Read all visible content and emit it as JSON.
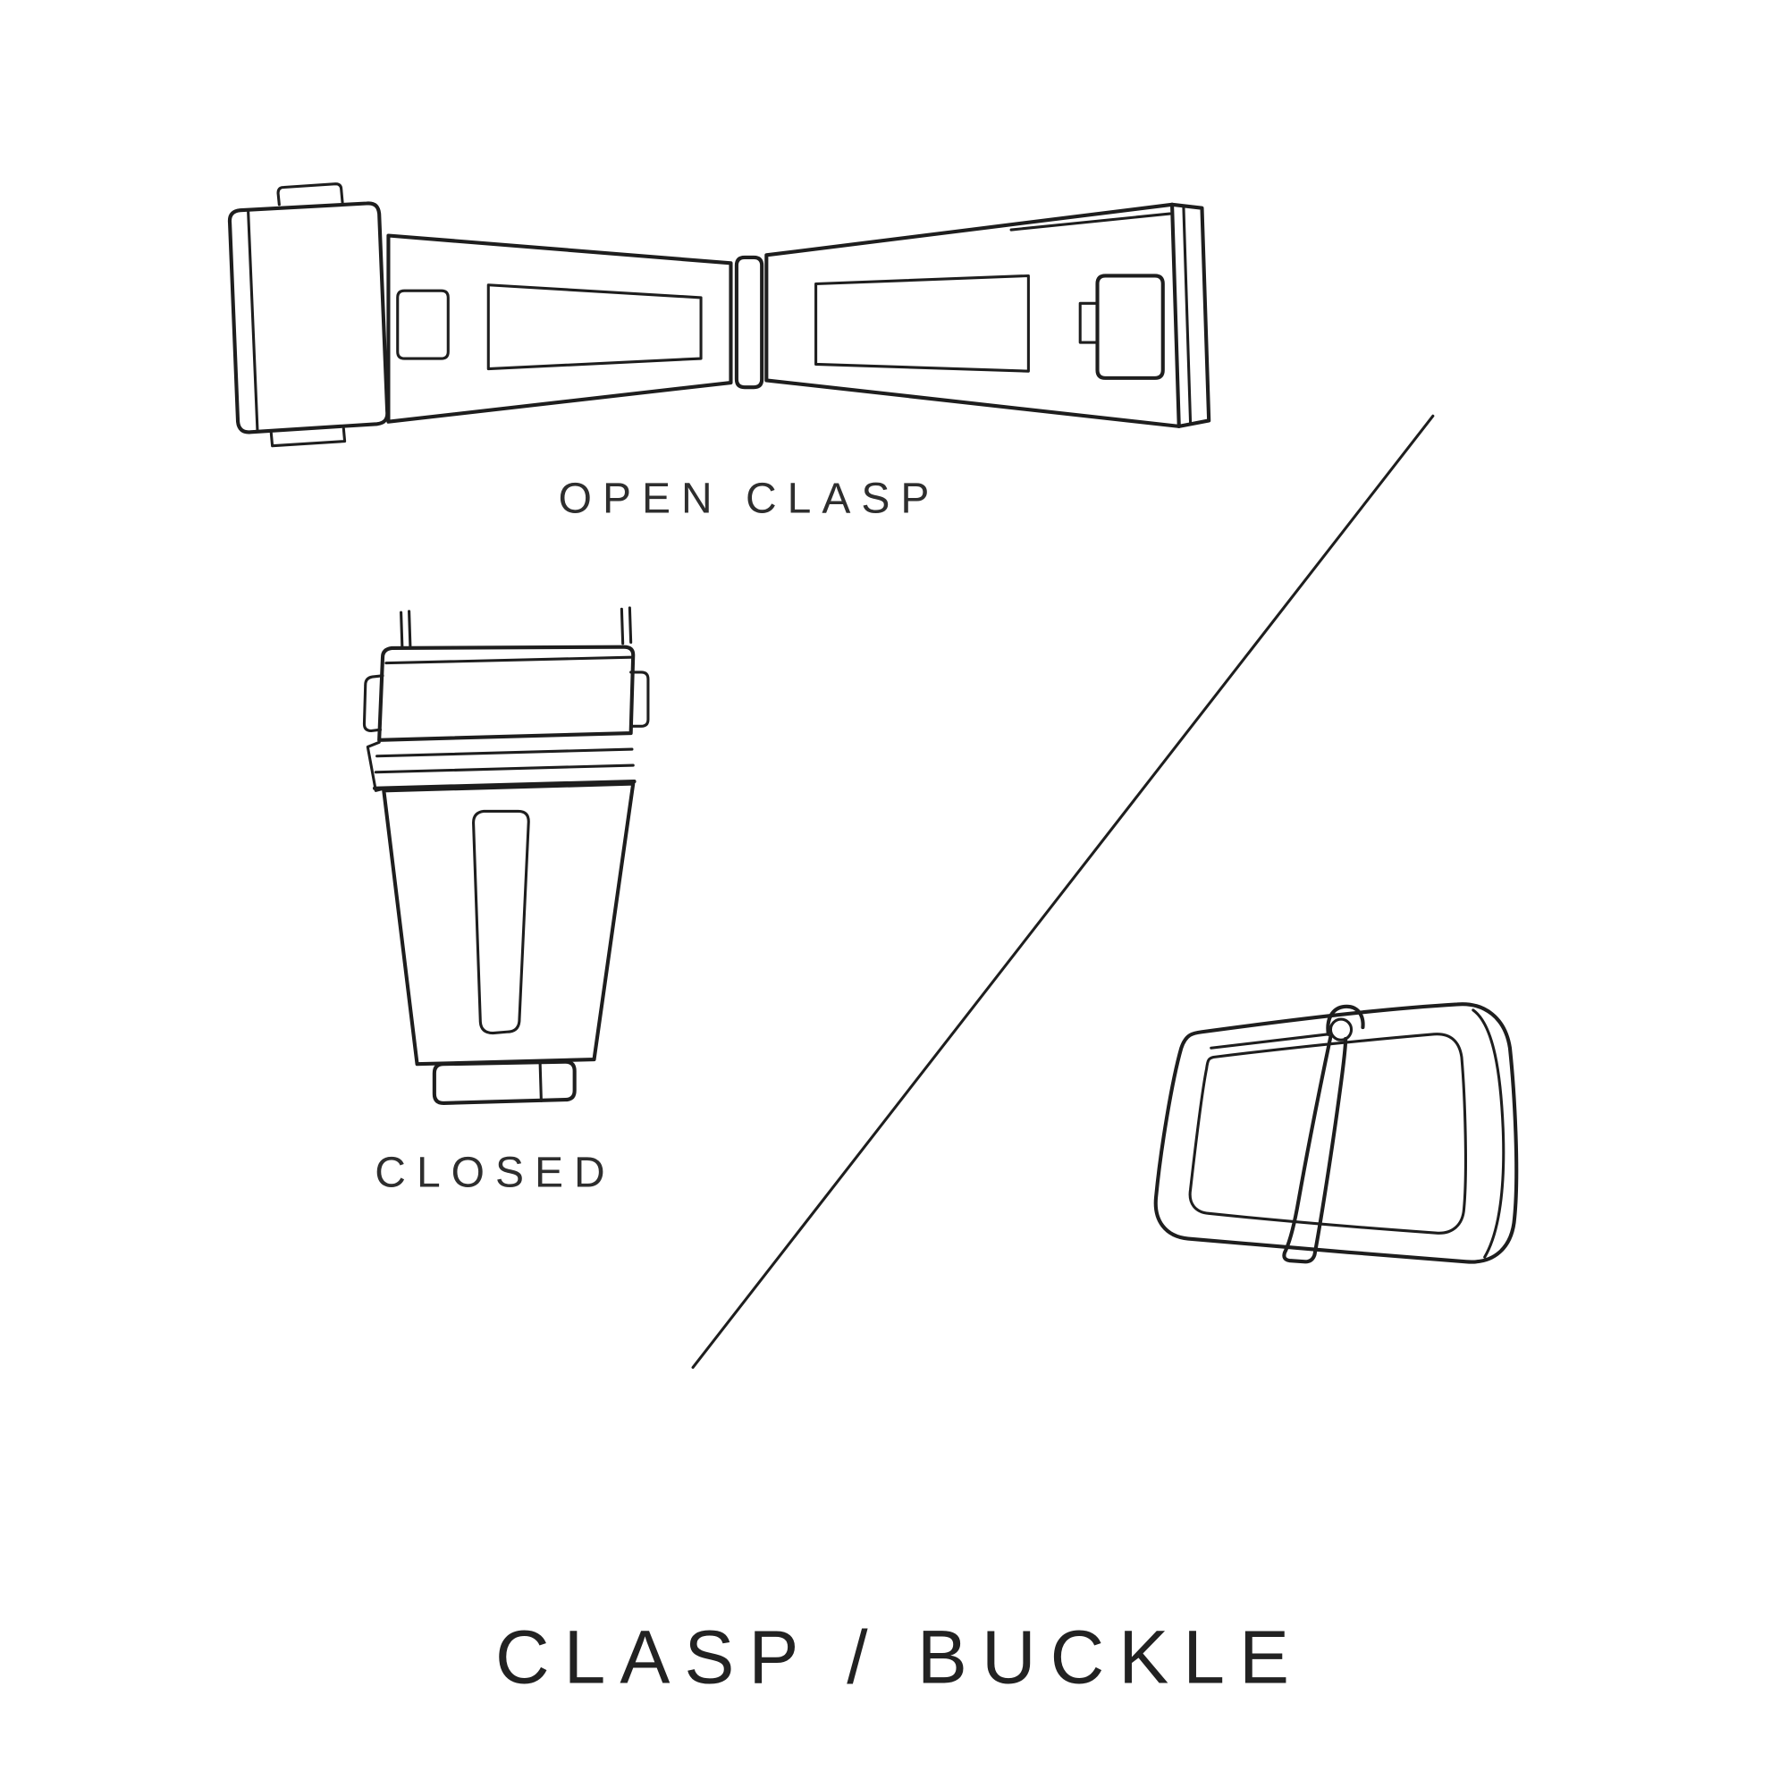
{
  "page": {
    "background_color": "#ffffff",
    "line_color": "#1e1e1e",
    "text_color": "#2e2e2e"
  },
  "labels": {
    "open_clasp": "OPEN CLASP",
    "closed": "CLOSED",
    "title": "CLASP / BUCKLE"
  },
  "illustrations": [
    {
      "name": "open-clasp-illustration",
      "caption": "OPEN CLASP"
    },
    {
      "name": "closed-clasp-illustration",
      "caption": "CLOSED"
    },
    {
      "name": "buckle-illustration",
      "caption": ""
    }
  ]
}
